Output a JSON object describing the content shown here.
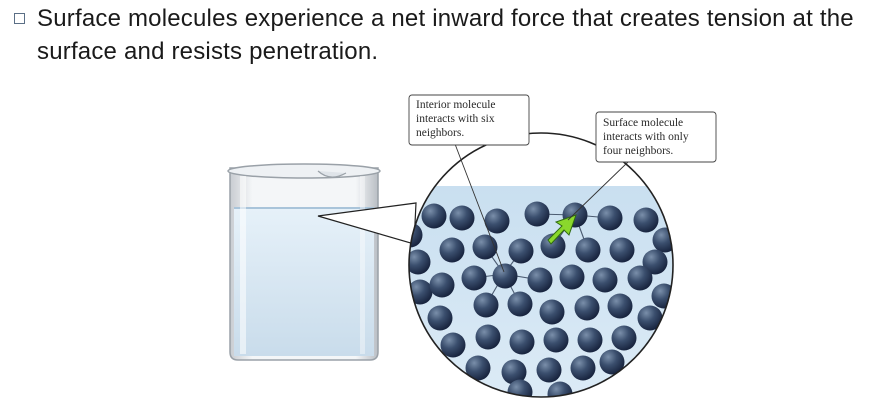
{
  "bullet": {
    "text": "Surface molecules experience a net inward force that creates tension at the surface and resists penetration."
  },
  "figure": {
    "interior_callout": [
      "Interior molecule",
      "interacts with six",
      "neighbors."
    ],
    "surface_callout": [
      "Surface molecule",
      "interacts with only",
      "four neighbors."
    ]
  }
}
